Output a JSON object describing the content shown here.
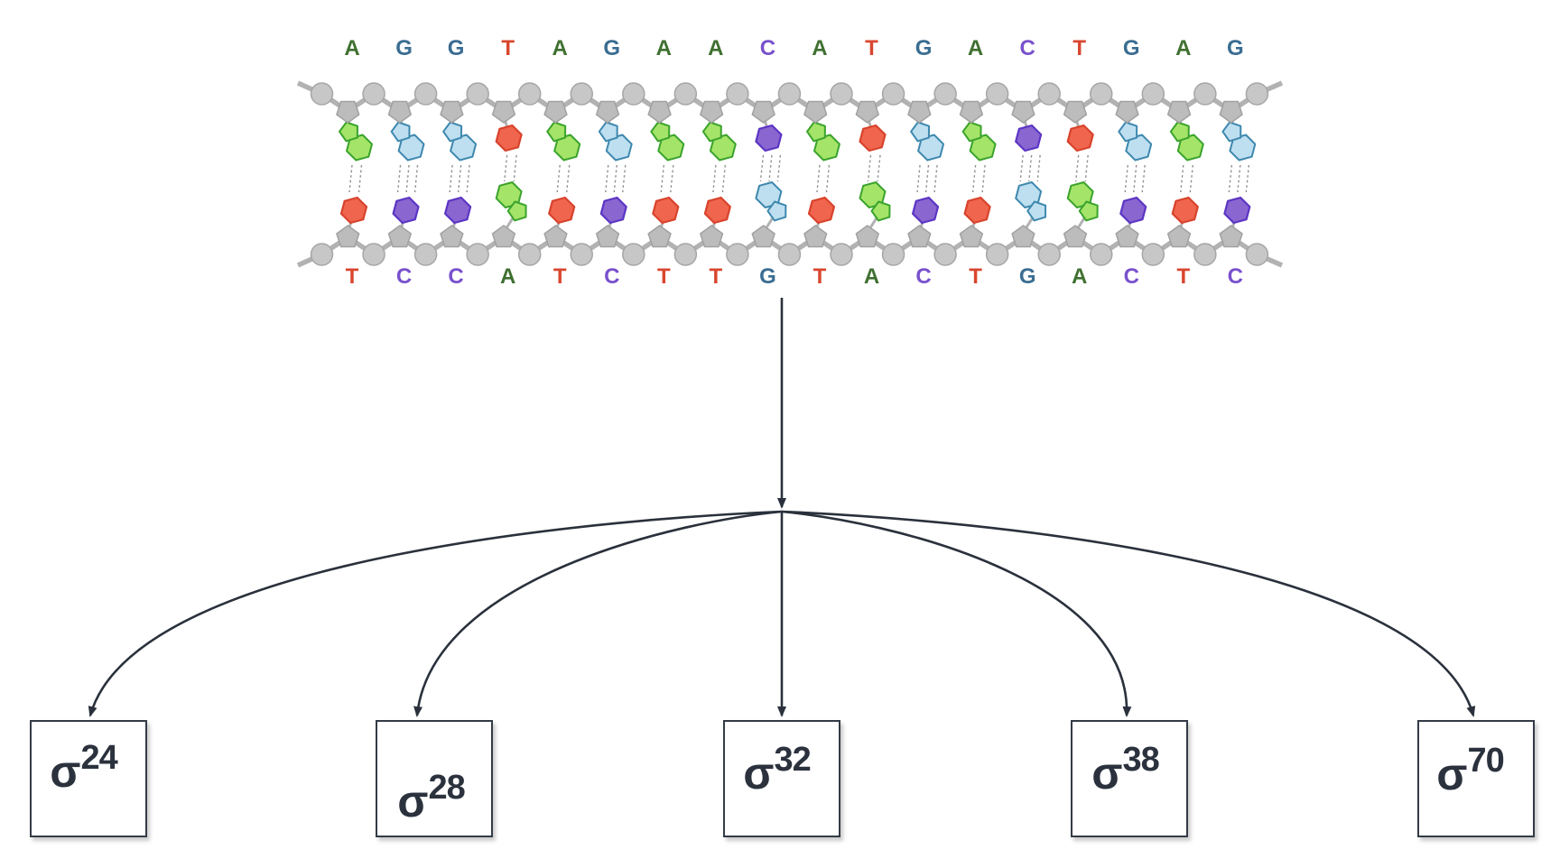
{
  "dna": {
    "top_strand": [
      "A",
      "G",
      "G",
      "T",
      "A",
      "G",
      "A",
      "A",
      "C",
      "A",
      "T",
      "G",
      "A",
      "C",
      "T",
      "G",
      "A",
      "G"
    ],
    "bottom_strand": [
      "T",
      "C",
      "C",
      "A",
      "T",
      "C",
      "T",
      "T",
      "G",
      "T",
      "A",
      "C",
      "T",
      "G",
      "A",
      "C",
      "T",
      "C"
    ],
    "base_styles": {
      "A": {
        "type": "purine",
        "letter_color": "#3f7030",
        "fill": "#a4e468",
        "stroke": "#3aa32c",
        "hbonds": 2
      },
      "G": {
        "type": "purine",
        "letter_color": "#3a6d92",
        "fill": "#bedff0",
        "stroke": "#3e88ae",
        "hbonds": 3
      },
      "T": {
        "type": "pyrimidine",
        "letter_color": "#d9462f",
        "fill": "#f0654e",
        "stroke": "#d8432c",
        "hbonds": 2
      },
      "C": {
        "type": "pyrimidine",
        "letter_color": "#7951cc",
        "fill": "#8a67d0",
        "stroke": "#5c35c4",
        "hbonds": 3
      }
    },
    "backbone": {
      "link": "#b2b2b2",
      "circle_fill": "#c7c7c7",
      "circle_stroke": "#a6a6a6",
      "pentagon_fill": "#bcbcbc",
      "pentagon_stroke": "#a1a1a1",
      "hbond_color": "#8f8f8f"
    }
  },
  "connectors": {
    "color": "#2a313c"
  },
  "sigma_boxes": [
    {
      "symbol": "σ",
      "sup": "24"
    },
    {
      "symbol": "σ",
      "sup": "28"
    },
    {
      "symbol": "σ",
      "sup": "32"
    },
    {
      "symbol": "σ",
      "sup": "38"
    },
    {
      "symbol": "σ",
      "sup": "70"
    }
  ],
  "box_style": {
    "border": "#333b46",
    "background": "#ffffff",
    "label_color": "#2b323d"
  }
}
